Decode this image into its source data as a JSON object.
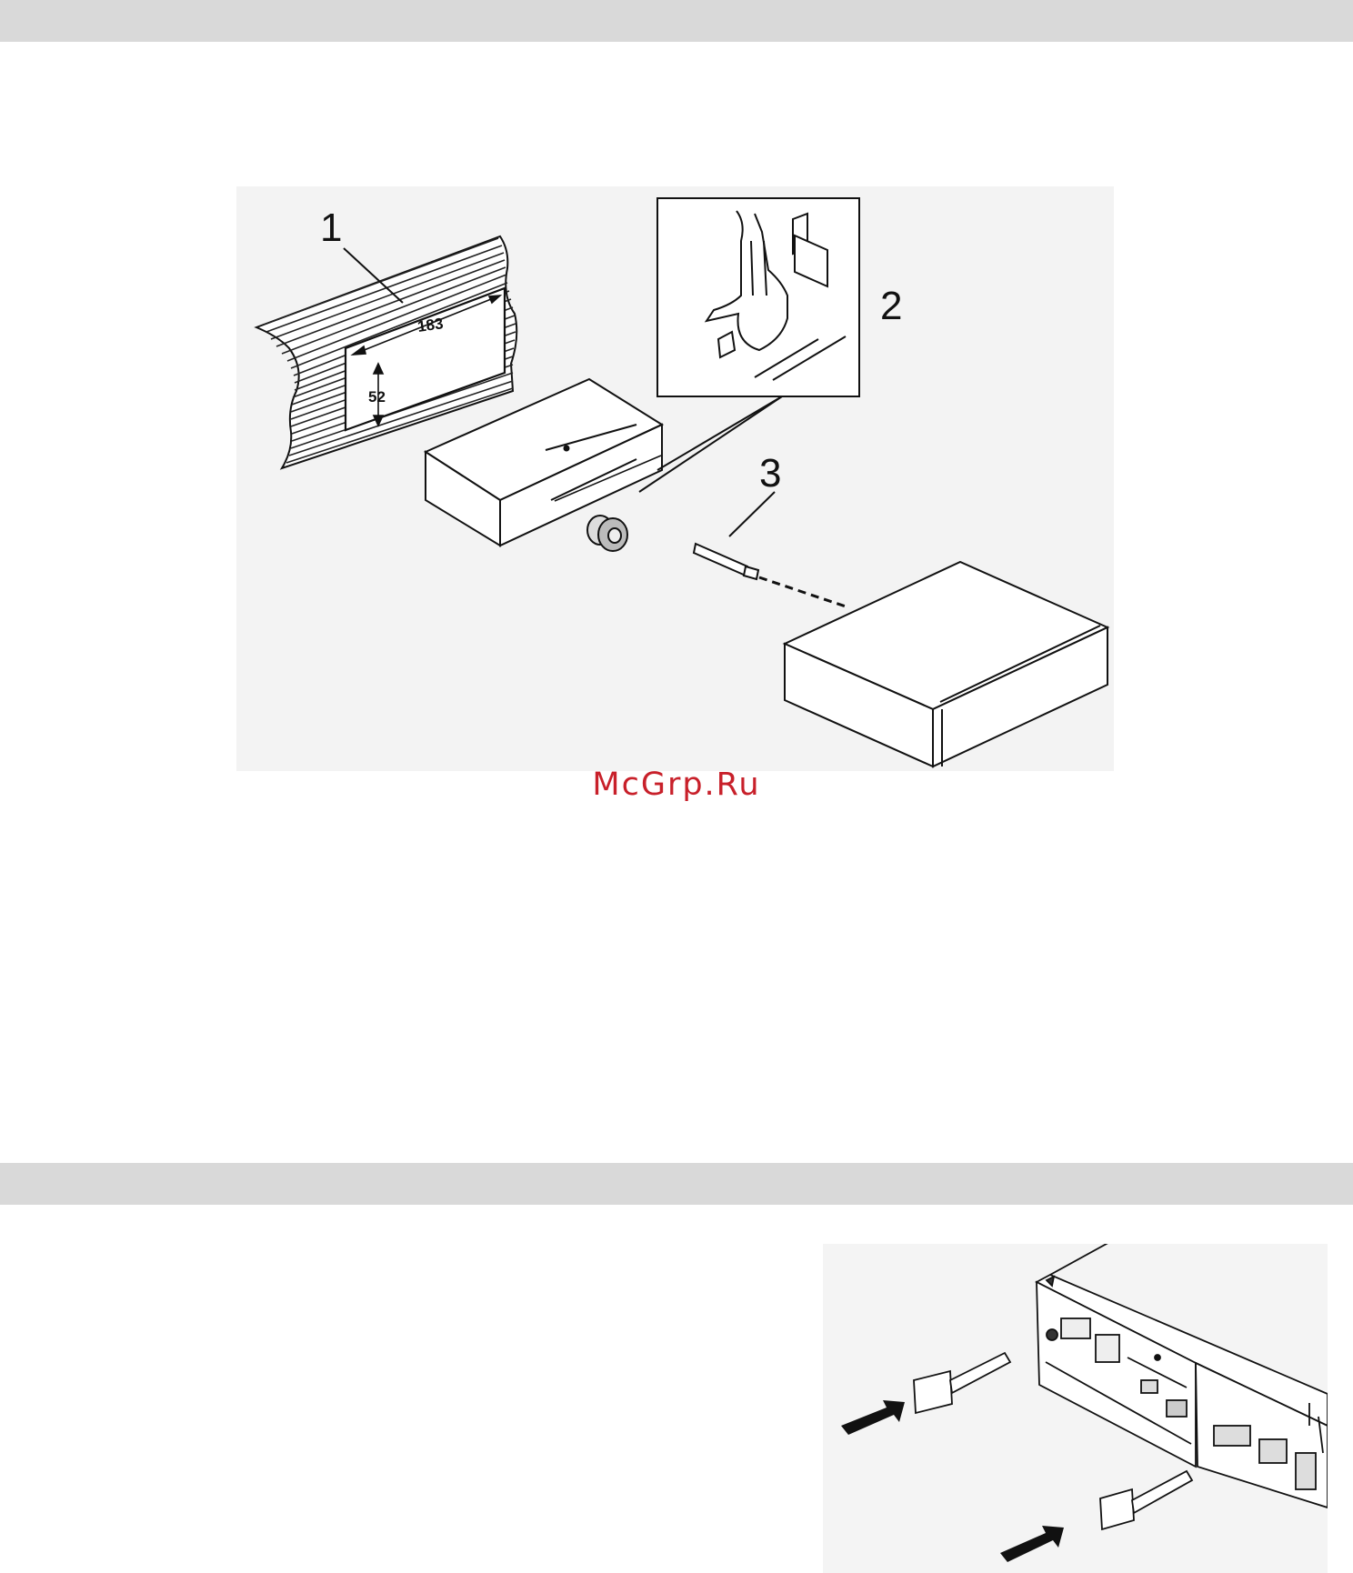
{
  "figure_install": {
    "callouts": [
      "1",
      "2",
      "3"
    ],
    "dimensions": {
      "width": "183",
      "height": "52"
    }
  },
  "watermark": "McGrp.Ru"
}
